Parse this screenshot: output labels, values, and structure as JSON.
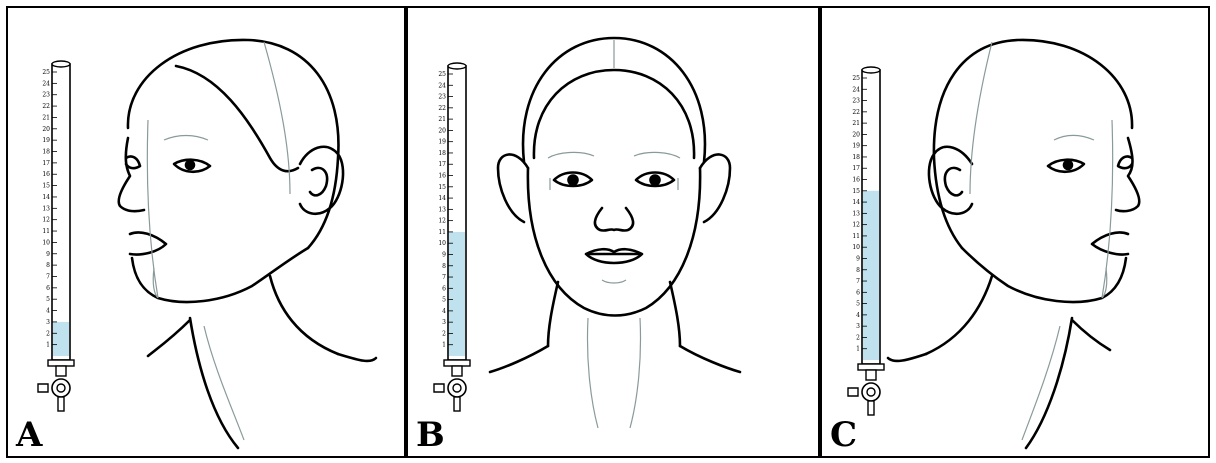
{
  "panels": [
    {
      "label": "A",
      "view": "left-profile",
      "fill_level": 3
    },
    {
      "label": "B",
      "view": "front",
      "fill_level": 11
    },
    {
      "label": "C",
      "view": "right-profile",
      "fill_level": 15
    }
  ],
  "scale": {
    "ticks": [
      "1",
      "2",
      "3",
      "4",
      "5",
      "6",
      "7",
      "8",
      "9",
      "10",
      "11",
      "12",
      "13",
      "14",
      "15",
      "16",
      "17",
      "18",
      "19",
      "20",
      "21",
      "22",
      "23",
      "24",
      "25"
    ],
    "max": 25
  },
  "colors": {
    "fill": "#bfe2ee",
    "line": "#000000",
    "guide": "#8a9a9a"
  }
}
